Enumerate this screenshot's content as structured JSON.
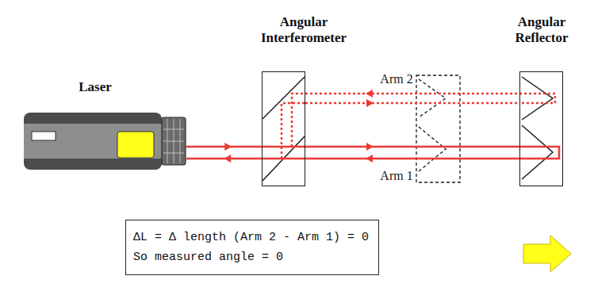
{
  "diagram": {
    "nodes": [
      {
        "text": [
          "Laser"
        ]
      },
      {
        "text": [
          "Angular Interferometer"
        ]
      },
      {
        "text": [
          "Angular Reflector"
        ]
      },
      {
        "text": [
          "ΔL = Δ length (Arm 2 - Arm 1) = 0",
          "So measured angle = 0"
        ]
      }
    ],
    "edges": [
      {
        "from": 0,
        "to": 1,
        "arrow": "both"
      },
      {
        "from": 1,
        "to": 2,
        "label": "Arm 2",
        "arrow": "both"
      },
      {
        "from": 1,
        "to": 2,
        "label": "Arm 1",
        "arrow": "both"
      }
    ]
  }
}
